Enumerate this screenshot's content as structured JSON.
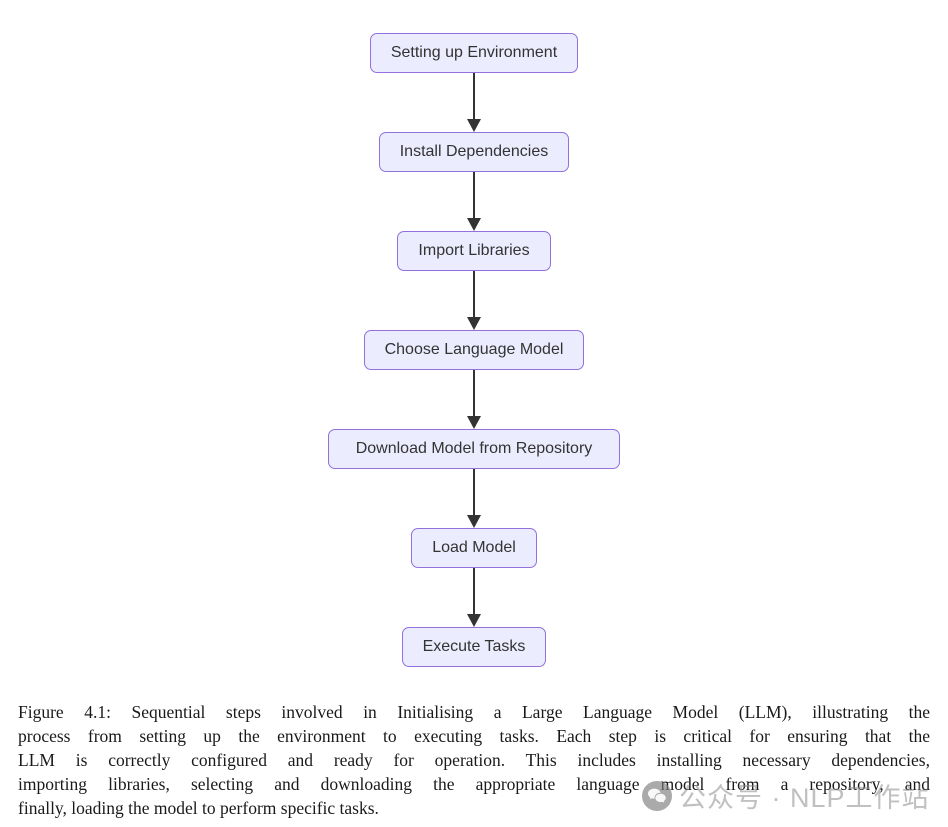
{
  "flowchart": {
    "type": "flowchart-vertical",
    "flow": "linear-top-to-bottom",
    "steps": [
      {
        "label": "Setting up Environment"
      },
      {
        "label": "Install Dependencies"
      },
      {
        "label": "Import Libraries"
      },
      {
        "label": "Choose Language Model"
      },
      {
        "label": "Download Model from Repository"
      },
      {
        "label": "Load Model"
      },
      {
        "label": "Execute Tasks"
      }
    ],
    "colors": {
      "node_fill": "#ECECFF",
      "node_border": "#9370DB",
      "arrow": "#333333",
      "node_text": "#333333"
    }
  },
  "figure": {
    "caption": {
      "lines": [
        "Figure 4.1: Sequential steps involved in Initialising a Large Language Model (LLM), illustrating the",
        "process from setting up the environment to executing tasks. Each step is critical for ensuring that the",
        "LLM is correctly configured and ready for operation. This includes installing necessary dependencies,",
        "importing libraries, selecting and downloading the appropriate language model from a repository, and",
        "finally, loading the model to perform specific tasks."
      ]
    }
  },
  "watermark": {
    "icon": "wechat-chat-bubbles-icon",
    "text": "公众号 · NLP工作站"
  }
}
